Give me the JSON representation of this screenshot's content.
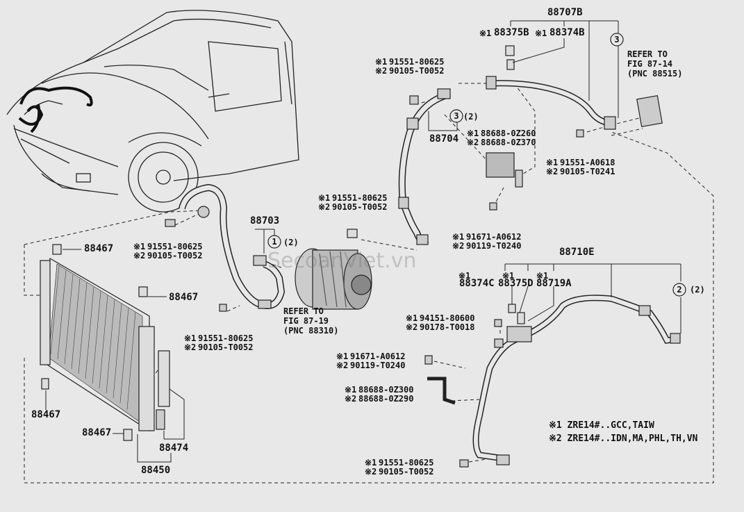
{
  "parts": {
    "p88707b": "88707B",
    "p88375b": "88375B",
    "p88374b": "88374B",
    "p88704": "88704",
    "p88703": "88703",
    "p88710e": "88710E",
    "p88374c": "88374C",
    "p88375d": "88375D",
    "p88719a": "88719A",
    "p88467": "88467",
    "p88474": "88474",
    "p88450": "88450"
  },
  "marks": {
    "m1": "※1",
    "m2": "※2",
    "circle1": "1",
    "circle2": "2",
    "circle3": "3",
    "qty2": "(2)"
  },
  "bolts": {
    "a1": "91551-80625",
    "a2": "90105-T0052",
    "b1": "91551-A0618",
    "b2": "90105-T0241",
    "c1": "91671-A0612",
    "c2": "90119-T0240",
    "d1": "94151-80600",
    "d2": "90178-T0018",
    "e1": "88688-0Z260",
    "e2": "88688-0Z370",
    "f1": "88688-0Z300",
    "f2": "88688-0Z290"
  },
  "refs": {
    "ref1_l1": "REFER TO",
    "ref1_l2": "FIG 87-14",
    "ref1_l3": "(PNC 88515)",
    "ref2_l1": "REFER TO",
    "ref2_l2": "FIG 87-19",
    "ref2_l3": "(PNC 88310)"
  },
  "notes": {
    "n1": "※1 ZRE14#..GCC,TAIW",
    "n2": "※2 ZRE14#..IDN,MA,PHL,TH,VN"
  },
  "watermark": "SecoanViet.vn"
}
